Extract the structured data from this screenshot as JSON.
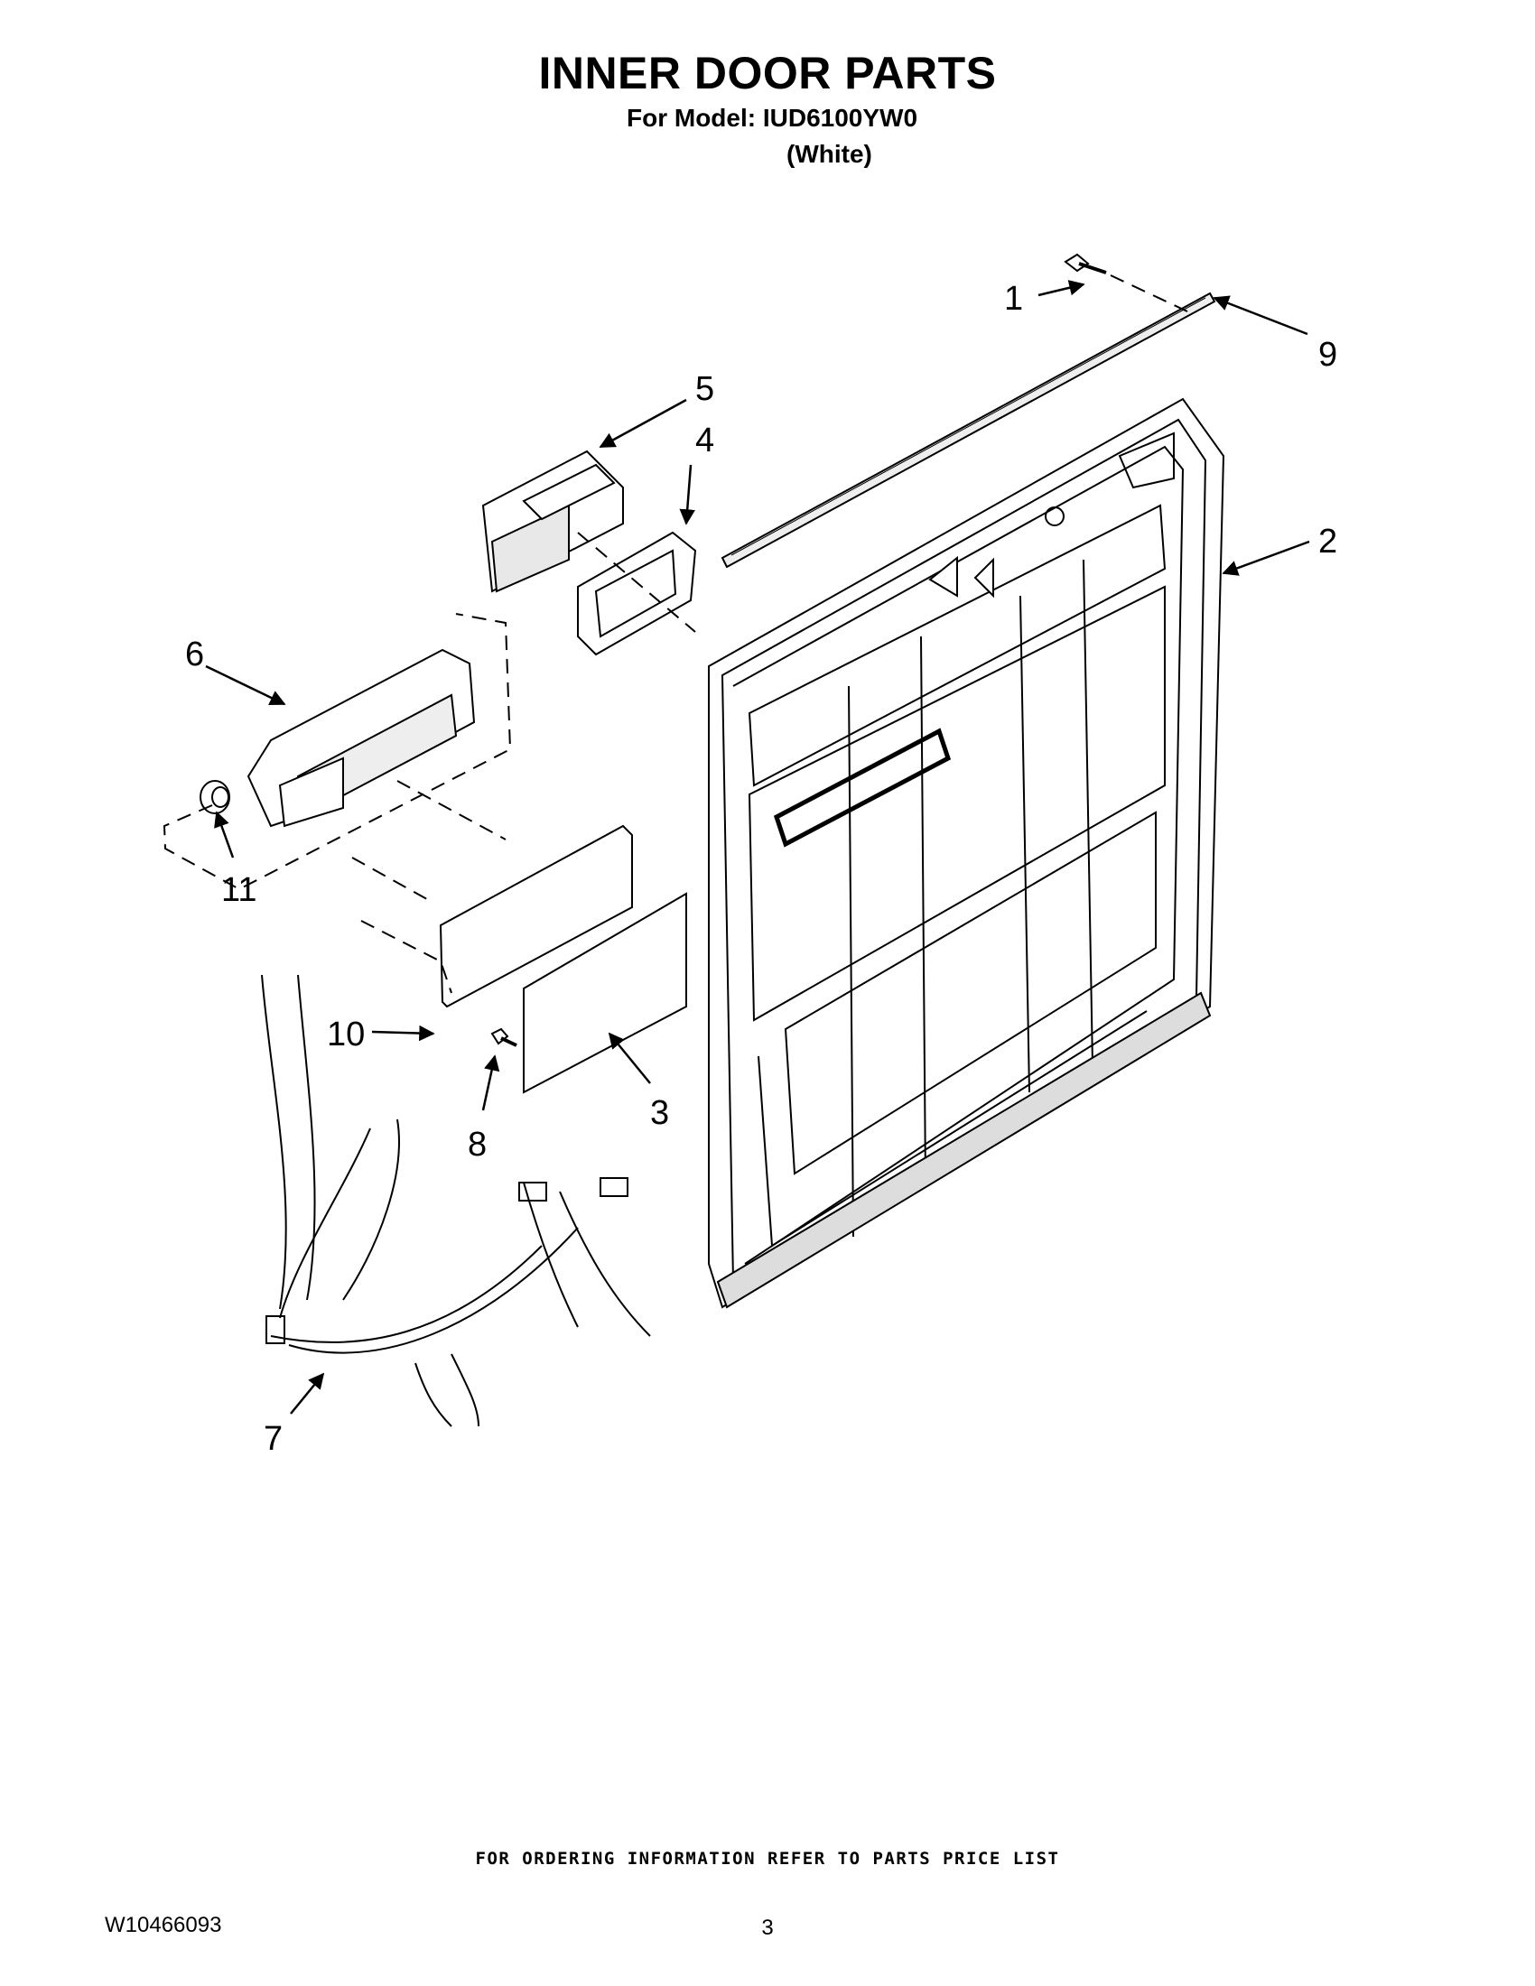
{
  "header": {
    "title": "INNER DOOR PARTS",
    "model_line": "For Model: IUD6100YW0",
    "color_line": "(White)"
  },
  "callouts": {
    "c1": "1",
    "c2": "2",
    "c3": "3",
    "c4": "4",
    "c5": "5",
    "c6": "6",
    "c7": "7",
    "c8": "8",
    "c9": "9",
    "c10": "10",
    "c11": "11"
  },
  "footer": {
    "ordering_note": "FOR ORDERING INFORMATION REFER TO PARTS PRICE LIST",
    "document_number": "W10466093",
    "page_number": "3"
  }
}
